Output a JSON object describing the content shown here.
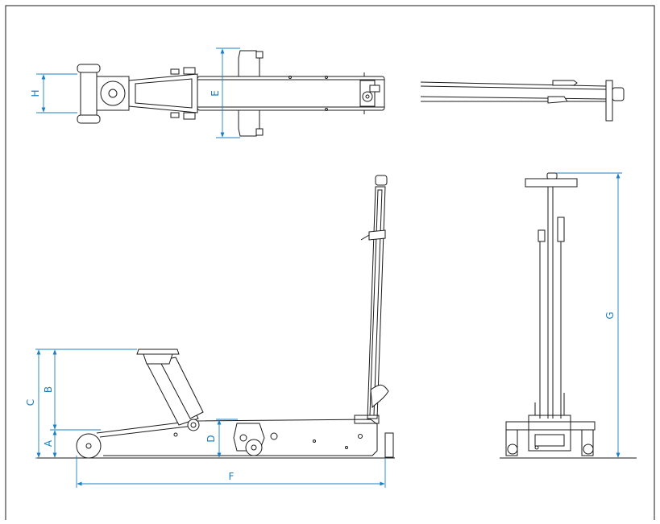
{
  "colors": {
    "line": "#1a1a1a",
    "dimension": "#1b7fc4",
    "background": "#ffffff"
  },
  "dimensions": {
    "A": "A",
    "B": "B",
    "C": "C",
    "D": "D",
    "E": "E",
    "F": "F",
    "G": "G",
    "H": "H"
  }
}
